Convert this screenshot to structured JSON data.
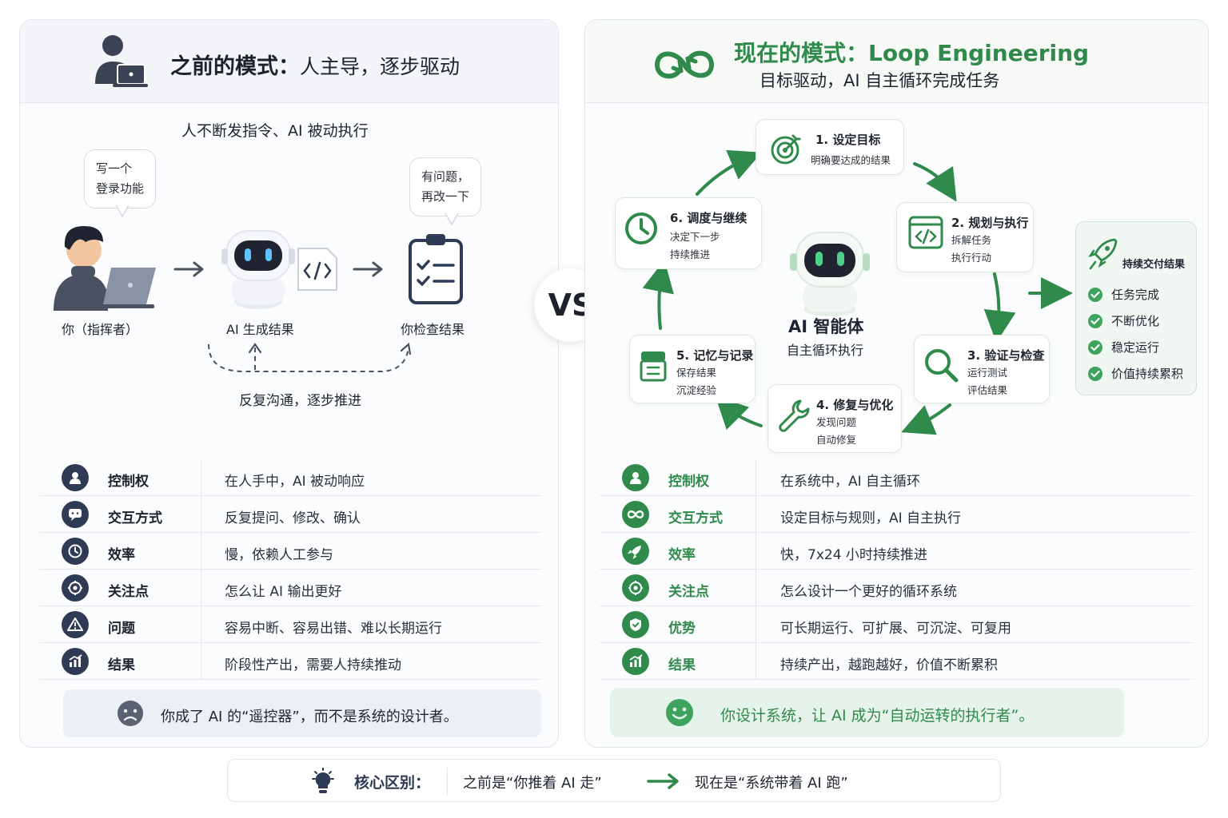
{
  "left": {
    "title": "之前的模式：",
    "title_sub": "人主导，逐步驱动",
    "caption": "人不断发指令、AI 被动执行",
    "bubble1": [
      "写一个",
      "登录功能"
    ],
    "bubble2": [
      "有问题，",
      "再改一下"
    ],
    "actor_labels": [
      "你（指挥者）",
      "AI 生成结果",
      "你检查结果"
    ],
    "loop_caption": "反复沟通，逐步推进",
    "rows": [
      {
        "icon": "user-icon",
        "key": "控制权",
        "value": "在人手中，AI 被动响应"
      },
      {
        "icon": "chat-icon",
        "key": "交互方式",
        "value": "反复提问、修改、确认"
      },
      {
        "icon": "clock-icon",
        "key": "效率",
        "value": "慢，依赖人工参与"
      },
      {
        "icon": "target-icon",
        "key": "关注点",
        "value": "怎么让 AI 输出更好"
      },
      {
        "icon": "warning-icon",
        "key": "问题",
        "value": "容易中断、容易出错、难以长期运行"
      },
      {
        "icon": "chart-icon",
        "key": "结果",
        "value": "阶段性产出，需要人持续推动"
      }
    ],
    "footer": "你成了 AI 的“遥控器”，而不是系统的设计者。"
  },
  "vs": "VS",
  "right": {
    "title": "现在的模式：Loop Engineering",
    "subtitle": "目标驱动，AI 自主循环完成任务",
    "center_title": "AI 智能体",
    "center_sub": "自主循环执行",
    "nodes": [
      {
        "title": "1. 设定目标",
        "desc": [
          "明确要达成的结果"
        ]
      },
      {
        "title": "2. 规划与执行",
        "desc": [
          "拆解任务",
          "执行行动"
        ]
      },
      {
        "title": "3. 验证与检查",
        "desc": [
          "运行测试",
          "评估结果"
        ]
      },
      {
        "title": "4. 修复与优化",
        "desc": [
          "发现问题",
          "自动修复"
        ]
      },
      {
        "title": "5. 记忆与记录",
        "desc": [
          "保存结果",
          "沉淀经验"
        ]
      },
      {
        "title": "6. 调度与继续",
        "desc": [
          "决定下一步",
          "持续推进"
        ]
      }
    ],
    "deliver": {
      "title": "持续交付结果",
      "items": [
        "任务完成",
        "不断优化",
        "稳定运行",
        "价值持续累积"
      ]
    },
    "rows": [
      {
        "icon": "user-icon",
        "key": "控制权",
        "value": "在系统中，AI 自主循环"
      },
      {
        "icon": "infinity-icon",
        "key": "交互方式",
        "value": "设定目标与规则，AI 自主执行"
      },
      {
        "icon": "rocket-icon",
        "key": "效率",
        "value": "快，7x24 小时持续推进"
      },
      {
        "icon": "target-icon",
        "key": "关注点",
        "value": "怎么设计一个更好的循环系统"
      },
      {
        "icon": "shield-icon",
        "key": "优势",
        "value": "可长期运行、可扩展、可沉淀、可复用"
      },
      {
        "icon": "chart-icon",
        "key": "结果",
        "value": "持续产出，越跑越好，价值不断累积"
      }
    ],
    "footer": "你设计系统，让 AI 成为“自动运转的执行者”。"
  },
  "bottom": {
    "label": "核心区别：",
    "before": "之前是“你推着 AI 走”",
    "after": "现在是“系统带着 AI 跑”"
  },
  "colors": {
    "green": "#2f8a4c",
    "navy": "#2f3b55"
  }
}
